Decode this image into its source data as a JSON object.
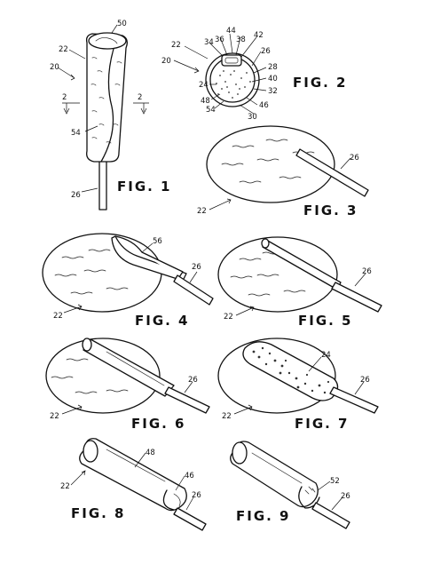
{
  "figures": {
    "fig1": {
      "caption": "FIG. 1",
      "refs": [
        "50",
        "22",
        "20",
        "2",
        "2",
        "54",
        "26"
      ]
    },
    "fig2": {
      "caption": "FIG. 2",
      "refs": [
        "44",
        "36",
        "38",
        "42",
        "22",
        "34",
        "26",
        "20",
        "28",
        "40",
        "24",
        "32",
        "48",
        "46",
        "54",
        "30"
      ]
    },
    "fig3": {
      "caption": "FIG. 3",
      "refs": [
        "26",
        "22"
      ]
    },
    "fig4": {
      "caption": "FIG. 4",
      "refs": [
        "56",
        "26",
        "22"
      ]
    },
    "fig5": {
      "caption": "FIG. 5",
      "refs": [
        "26",
        "22"
      ]
    },
    "fig6": {
      "caption": "FIG. 6",
      "refs": [
        "26",
        "22"
      ]
    },
    "fig7": {
      "caption": "FIG. 7",
      "refs": [
        "24",
        "26",
        "22"
      ]
    },
    "fig8": {
      "caption": "FIG. 8",
      "refs": [
        "48",
        "46",
        "22",
        "26"
      ]
    },
    "fig9": {
      "caption": "FIG. 9",
      "refs": [
        "52",
        "26"
      ]
    }
  }
}
